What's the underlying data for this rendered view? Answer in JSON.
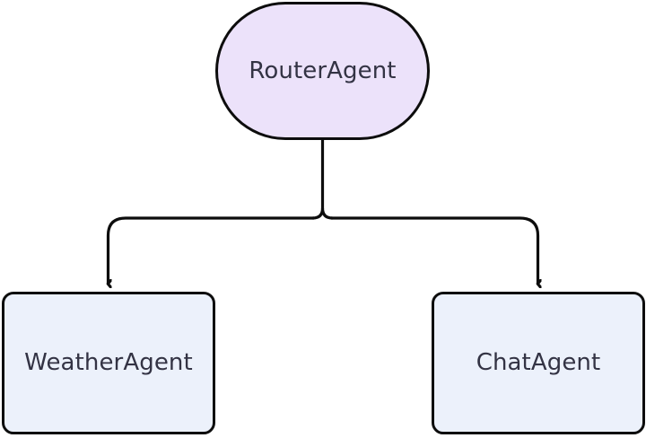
{
  "diagram": {
    "type": "flowchart",
    "orientation": "top-down",
    "background_color": "#ffffff",
    "nodes": [
      {
        "id": "router",
        "label": "RouterAgent",
        "shape": "stadium",
        "fill_color": "#ece2fa",
        "stroke_color": "#0d0d0d",
        "text_color": "#333344"
      },
      {
        "id": "weather",
        "label": "WeatherAgent",
        "shape": "rounded-rectangle",
        "fill_color": "#ecf1fb",
        "stroke_color": "#0d0d0d",
        "text_color": "#333344"
      },
      {
        "id": "chat",
        "label": "ChatAgent",
        "shape": "rounded-rectangle",
        "fill_color": "#ecf1fb",
        "stroke_color": "#0d0d0d",
        "text_color": "#333344"
      }
    ],
    "edges": [
      {
        "id": "router-to-weather",
        "from": "router",
        "to": "weather",
        "label": "",
        "arrow": "end",
        "style": "orthogonal-solid",
        "stroke_color": "#0d0d0d"
      },
      {
        "id": "router-to-chat",
        "from": "router",
        "to": "chat",
        "label": "",
        "arrow": "end",
        "style": "orthogonal-solid",
        "stroke_color": "#0d0d0d"
      }
    ]
  }
}
